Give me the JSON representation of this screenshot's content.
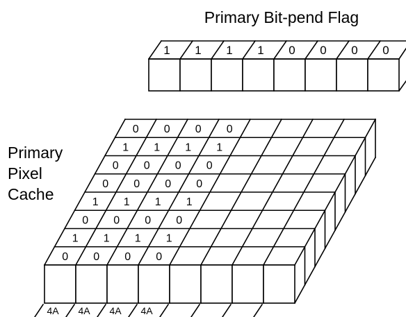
{
  "flag": {
    "title": "Primary Bit-pend Flag",
    "bits": [
      "1",
      "1",
      "1",
      "1",
      "0",
      "0",
      "0",
      "0"
    ]
  },
  "cache": {
    "label_lines": [
      "Primary",
      "Pixel",
      "Cache"
    ],
    "rows": [
      [
        "0",
        "0",
        "0",
        "0"
      ],
      [
        "1",
        "1",
        "1",
        "1"
      ],
      [
        "0",
        "0",
        "0",
        "0"
      ],
      [
        "0",
        "0",
        "0",
        "0"
      ],
      [
        "1",
        "1",
        "1",
        "1"
      ],
      [
        "0",
        "0",
        "0",
        "0"
      ],
      [
        "1",
        "1",
        "1",
        "1"
      ],
      [
        "0",
        "0",
        "0",
        "0"
      ]
    ],
    "bottom_labels": [
      "4A",
      "4A",
      "4A",
      "4A"
    ]
  }
}
